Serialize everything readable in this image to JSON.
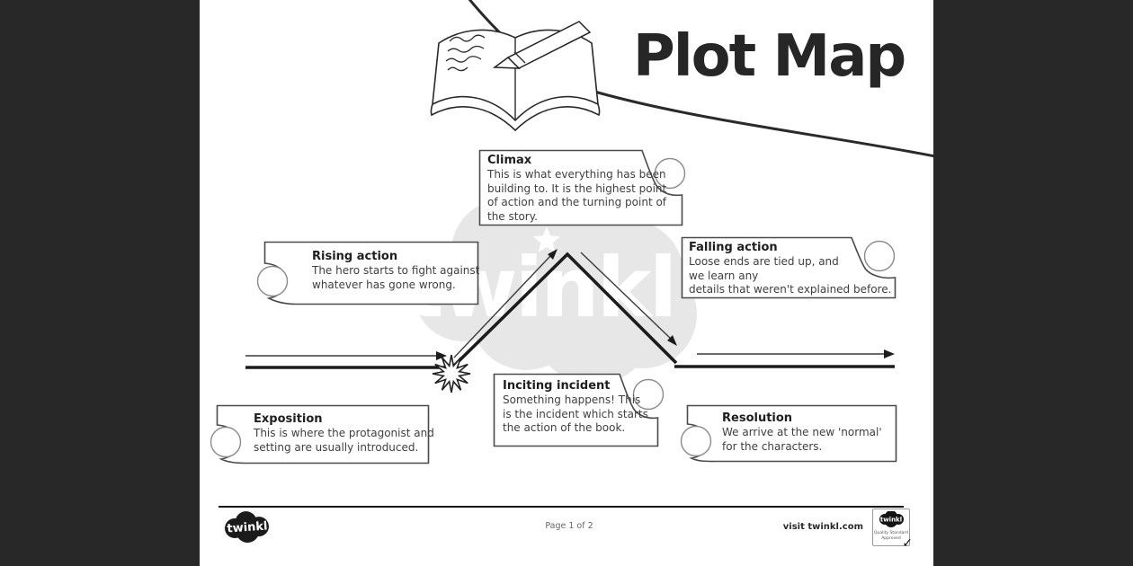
{
  "title": "Plot Map",
  "boxes": {
    "climax": {
      "title": "Climax",
      "text": "This is what everything has been\nbuilding to. It is the highest point\nof action and the turning point of\nthe story."
    },
    "rising_action": {
      "title": "Rising action",
      "text": "The hero starts to fight against\nwhatever has gone wrong."
    },
    "falling_action": {
      "title": "Falling action",
      "text": "Loose ends are tied up, and\nwe learn any\ndetails that weren't explained before."
    },
    "inciting_incident": {
      "title": "Inciting incident",
      "text": "Something happens! This\nis the incident which starts\nthe action of the book."
    },
    "exposition": {
      "title": "Exposition",
      "text": "This is where the protagonist and\nsetting are usually introduced."
    },
    "resolution": {
      "title": "Resolution",
      "text": "We arrive at the new 'normal'\nfor the characters."
    }
  },
  "watermark": {
    "text": "twinkl"
  },
  "footer": {
    "logo_text": "twinkl",
    "page_label": "Page 1 of 2",
    "visit_label": "visit twinkl.com",
    "badge": {
      "logo_text": "twinkl",
      "line1": "Quality Standard",
      "line2": "Approved",
      "check": "✓"
    }
  },
  "colors": {
    "page_bg": "#ffffff",
    "side_bar": "#282828",
    "ink": "#1c1c1c",
    "box_border": "#4a4a4a",
    "watermark_gray": "#e7e7e7",
    "body_text": "#3f3f3f"
  }
}
